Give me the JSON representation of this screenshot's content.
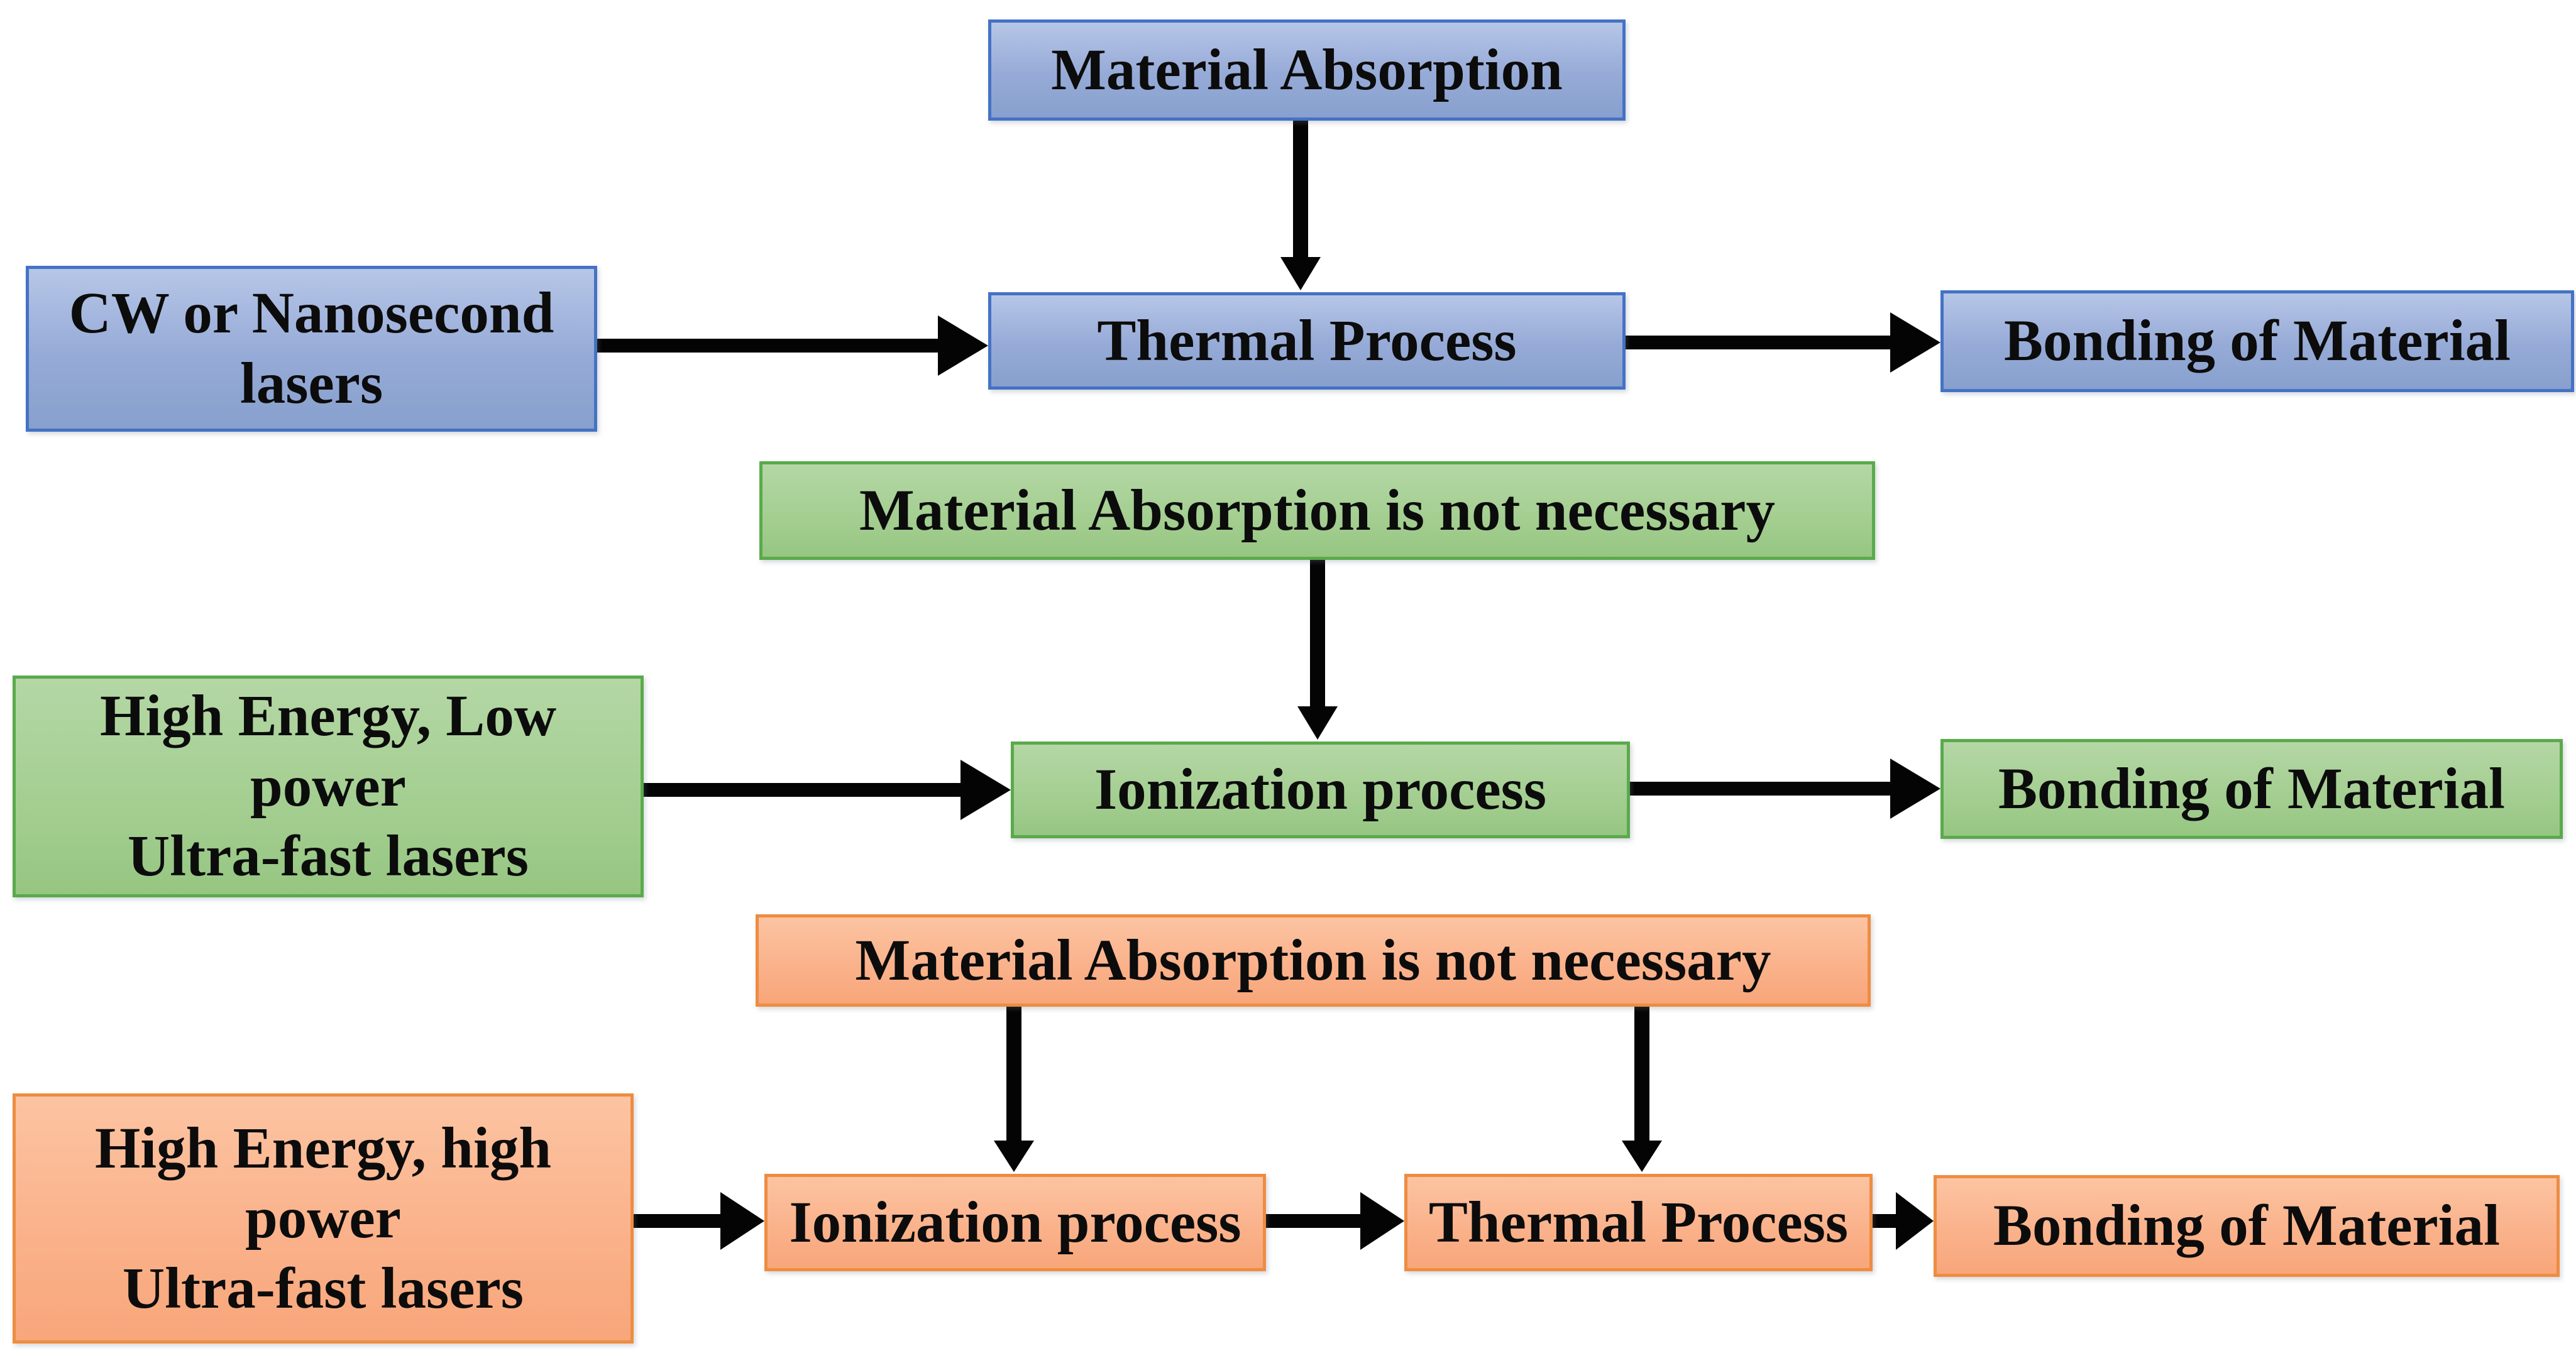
{
  "colors": {
    "blue_fill": "#96aad7",
    "blue_fill_light": "#b6c6e7",
    "blue_fill_dark": "#87a0cd",
    "blue_border": "#4472c4",
    "green_fill": "#a5cf92",
    "green_fill_light": "#b4d7a5",
    "green_fill_dark": "#96c682",
    "green_border": "#5aaa4b",
    "orange_fill": "#fab28b",
    "orange_fill_light": "#fcc4a2",
    "orange_fill_dark": "#f8a67a",
    "orange_border": "#ee8c41",
    "arrow": "#040404",
    "text": "#0c0c0c"
  },
  "blue_row": {
    "absorption": "Material Absorption",
    "laser": "CW or Nanosecond\nlasers",
    "process": "Thermal Process",
    "bonding": "Bonding of Material"
  },
  "green_row": {
    "absorption": "Material Absorption is not necessary",
    "laser": "High Energy, Low\npower\nUltra-fast lasers",
    "process": "Ionization process",
    "bonding": "Bonding of Material"
  },
  "orange_row": {
    "absorption": "Material Absorption is not necessary",
    "laser": "High Energy, high\npower\nUltra-fast lasers",
    "ionization": "Ionization process",
    "thermal": "Thermal Process",
    "bonding": "Bonding of Material"
  }
}
